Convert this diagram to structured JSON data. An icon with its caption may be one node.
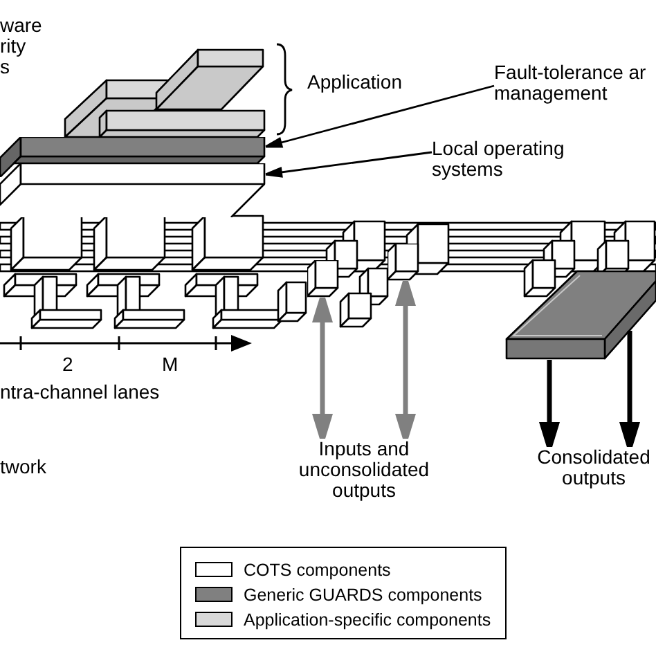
{
  "diagram": {
    "nodes": [
      {
        "text": [
          "Fault-tolerance ar management"
        ]
      },
      {
        "text": [],
        "shape": "box"
      },
      {
        "text": [
          "Local operating systems"
        ]
      },
      {
        "text": [],
        "shape": "box"
      },
      {
        "text": [],
        "shape": "box"
      },
      {
        "text": [],
        "shape": "box"
      },
      {
        "text": [],
        "shape": "box"
      },
      {
        "text": [
          "Inputs and unconsolidated outputs"
        ]
      },
      {
        "text": [
          "Consolidated outputs"
        ]
      }
    ],
    "edges": [
      {
        "from": 0,
        "to": 1,
        "arrow": "to"
      },
      {
        "from": 2,
        "to": 3,
        "arrow": "to"
      },
      {
        "from": 4,
        "to": 7,
        "arrow": "both",
        "color": "#808080"
      },
      {
        "from": 5,
        "to": 7,
        "arrow": "both",
        "color": "#808080"
      },
      {
        "from": 6,
        "to": 8,
        "arrow": "to"
      },
      {
        "from": 6,
        "to": 8,
        "arrow": "to"
      }
    ],
    "labels": [
      "ware rity s",
      "Application",
      "2",
      "M",
      "ntra-channel lanes",
      "twork"
    ],
    "legend": [
      {
        "text": "COTS components",
        "color": "#ffffff"
      },
      {
        "text": "Generic GUARDS components",
        "color": "#808080"
      },
      {
        "text": "Application-specific components",
        "color": "#d9d9d9"
      }
    ]
  }
}
